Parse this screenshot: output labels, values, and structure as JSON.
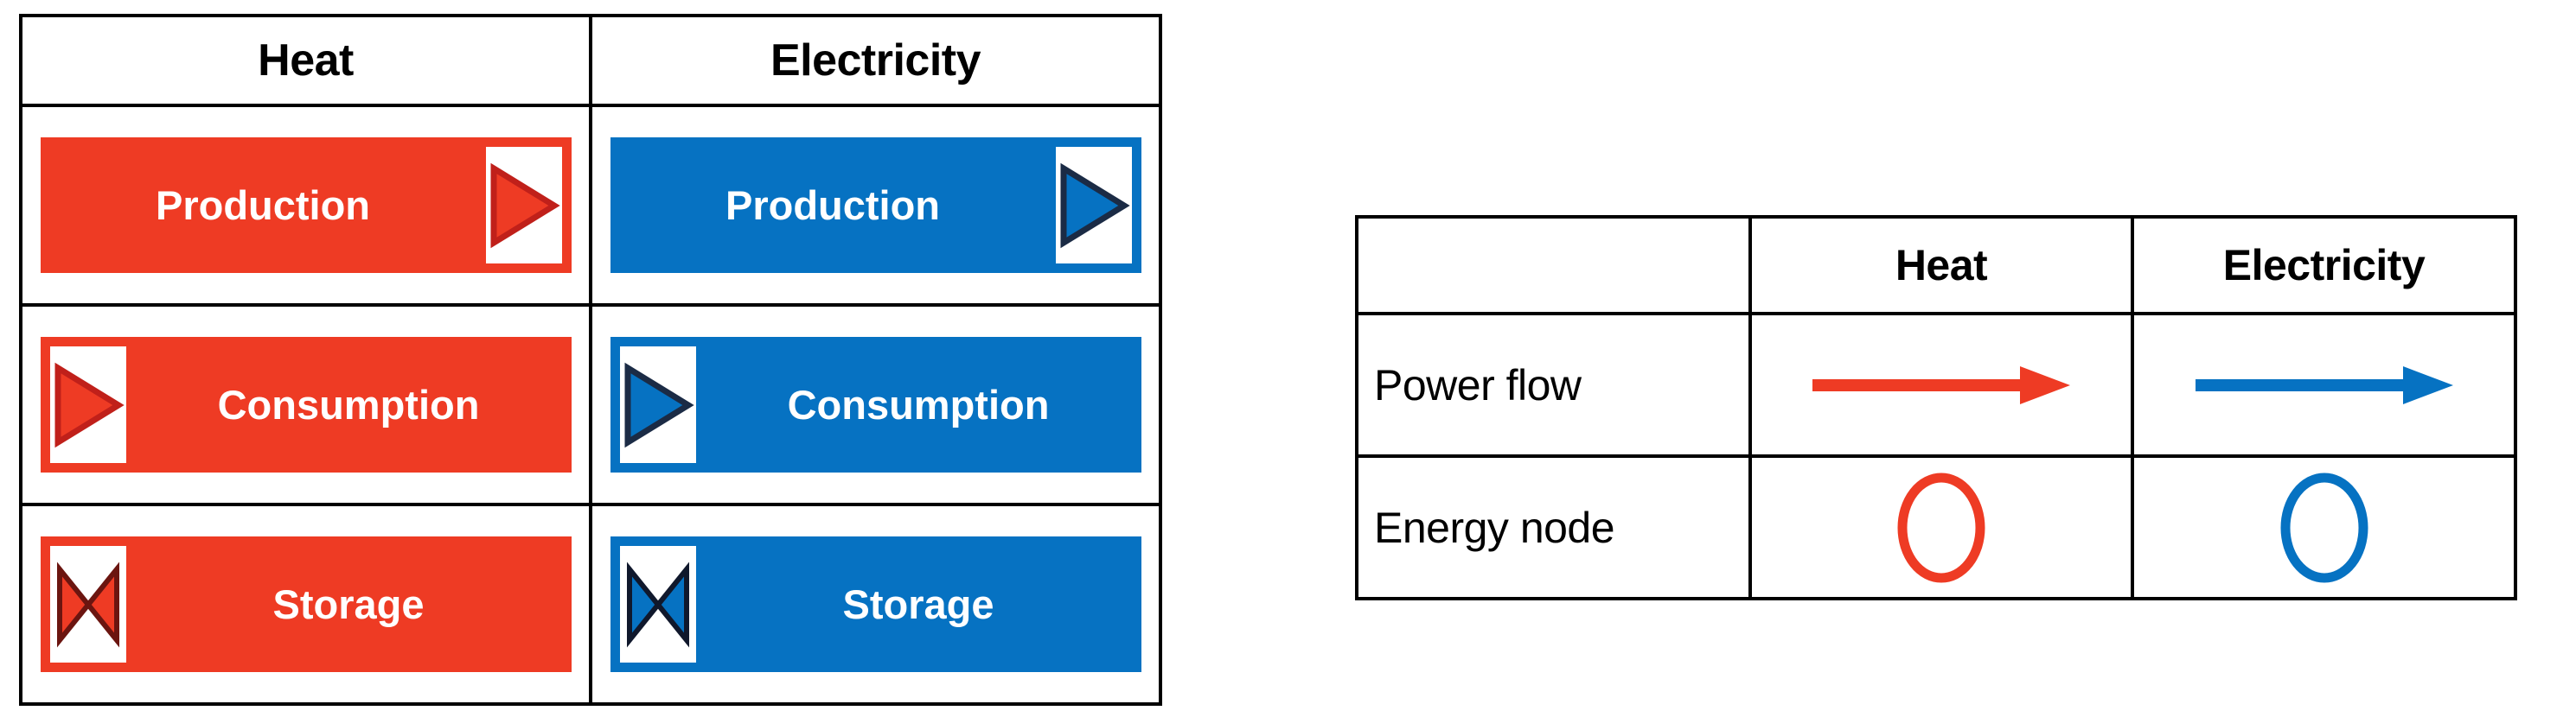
{
  "colors": {
    "heat": "#ee3b24",
    "heat_outline": "#c0201a",
    "electricity": "#0672c2",
    "electricity_outline": "#1b2b45",
    "border": "#000000",
    "text_on_bar": "#ffffff"
  },
  "legend_table": {
    "columns": [
      {
        "id": "heat",
        "label": "Heat"
      },
      {
        "id": "electricity",
        "label": "Electricity"
      }
    ],
    "rows": [
      {
        "id": "production",
        "cells": [
          {
            "label": "Production",
            "carrier": "heat",
            "glyph": "triangle-right",
            "glyph_side": "right"
          },
          {
            "label": "Production",
            "carrier": "electricity",
            "glyph": "triangle-right",
            "glyph_side": "right"
          }
        ]
      },
      {
        "id": "consumption",
        "cells": [
          {
            "label": "Consumption",
            "carrier": "heat",
            "glyph": "triangle-right",
            "glyph_side": "left"
          },
          {
            "label": "Consumption",
            "carrier": "electricity",
            "glyph": "triangle-right",
            "glyph_side": "left"
          }
        ]
      },
      {
        "id": "storage",
        "cells": [
          {
            "label": "Storage",
            "carrier": "heat",
            "glyph": "bowtie-valve",
            "glyph_side": "left"
          },
          {
            "label": "Storage",
            "carrier": "electricity",
            "glyph": "bowtie-valve",
            "glyph_side": "left"
          }
        ]
      }
    ]
  },
  "symbol_table": {
    "corner_label": "",
    "columns": [
      {
        "id": "heat",
        "label": "Heat"
      },
      {
        "id": "electricity",
        "label": "Electricity"
      }
    ],
    "rows": [
      {
        "id": "power-flow",
        "label": "Power flow",
        "symbols": [
          {
            "carrier": "heat",
            "type": "arrow-right"
          },
          {
            "carrier": "electricity",
            "type": "arrow-right"
          }
        ]
      },
      {
        "id": "energy-node",
        "label": "Energy node",
        "symbols": [
          {
            "carrier": "heat",
            "type": "circle-outline"
          },
          {
            "carrier": "electricity",
            "type": "circle-outline"
          }
        ]
      }
    ]
  }
}
